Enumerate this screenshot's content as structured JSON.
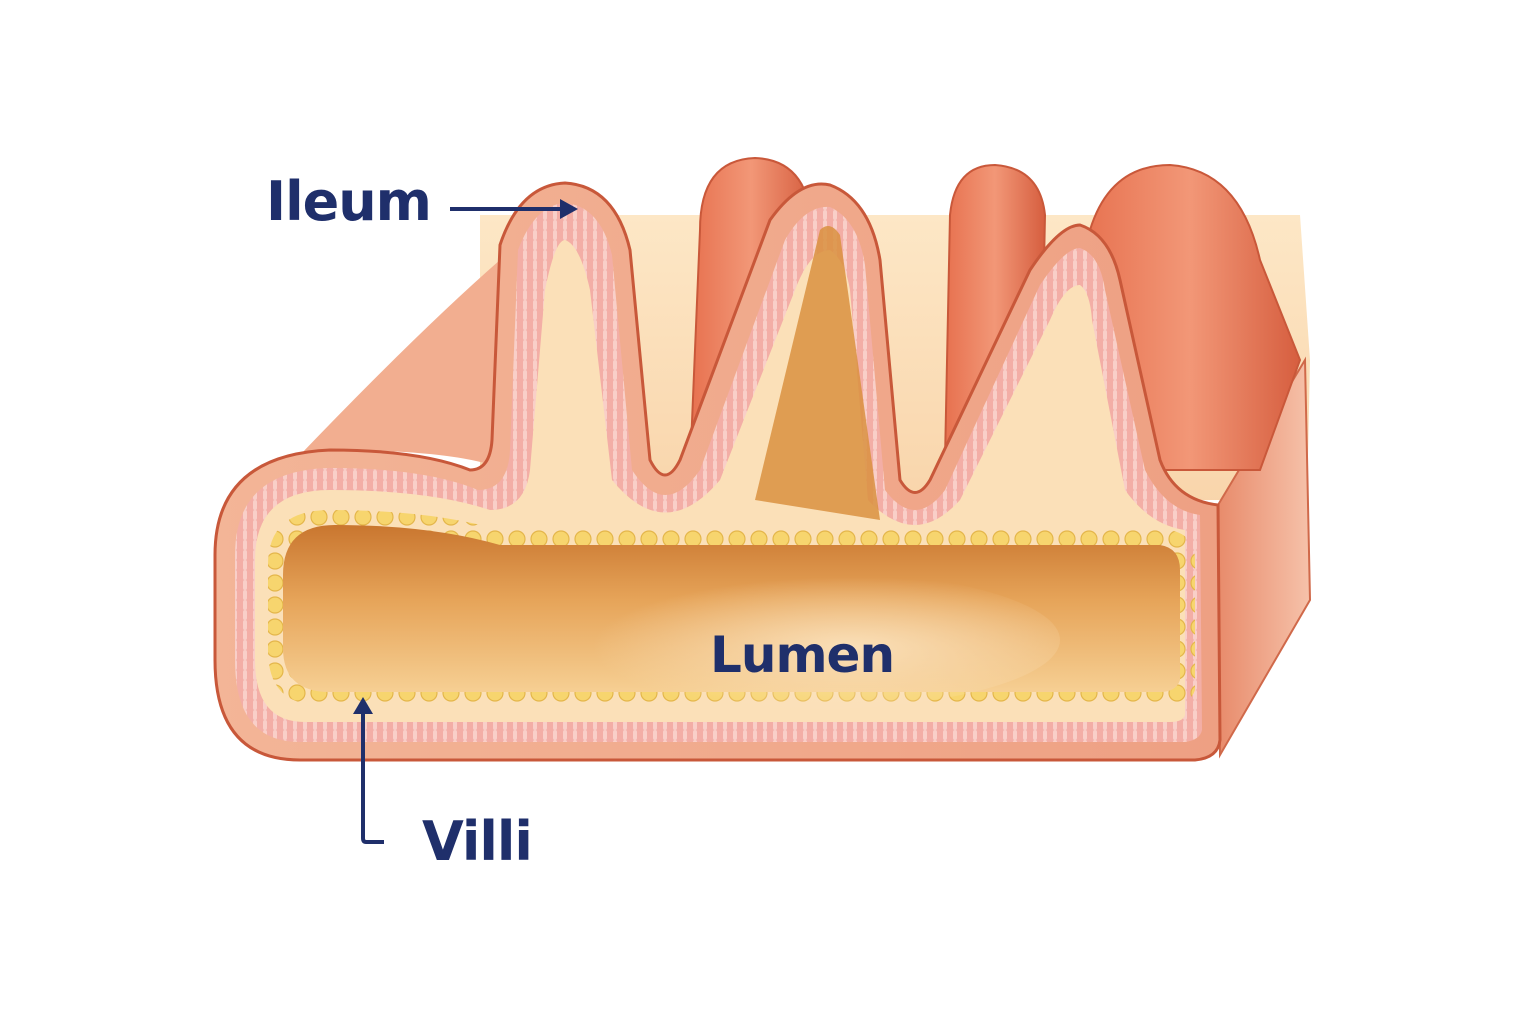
{
  "diagram": {
    "subject": "Cross-section of the small intestine (ileum) showing folds with villi and the lumen",
    "labels": {
      "ileum": "Ileum",
      "lumen": "Lumen",
      "villi": "Villi"
    },
    "annotations": [
      {
        "label": "Ileum",
        "pointer": "horizontal arrow pointing right to the tip of the first fold"
      },
      {
        "label": "Villi",
        "pointer": "L-shaped leader arrow pointing up to the inner villi lining"
      },
      {
        "label": "Lumen",
        "pointer": "none (text placed inside the lumen)"
      }
    ],
    "colors": {
      "label_text": "#1f2f6b",
      "arrow": "#1f2f6b",
      "outer_wall": "#f0a88a",
      "outer_wall_edge": "#c8583a",
      "submucosa": "#fbe0b8",
      "mucosa_pink": "#f2a7a0",
      "fold_surface": "#e0704e",
      "villi_beads": "#f7d56e",
      "lumen": "#e9a85c",
      "background": "#ffffff"
    }
  }
}
